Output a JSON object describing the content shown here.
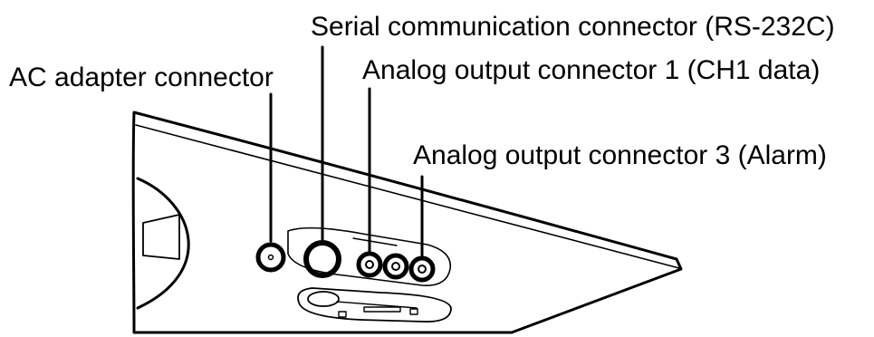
{
  "labels": {
    "ac_adapter": "AC adapter connector",
    "serial": "Serial communication connector (RS-232C)",
    "analog_output_1": "Analog output connector 1 (CH1 data)",
    "analog_output_3": "Analog output connector 3 (Alarm)"
  },
  "colors": {
    "line": "#000000",
    "background": "#ffffff"
  }
}
